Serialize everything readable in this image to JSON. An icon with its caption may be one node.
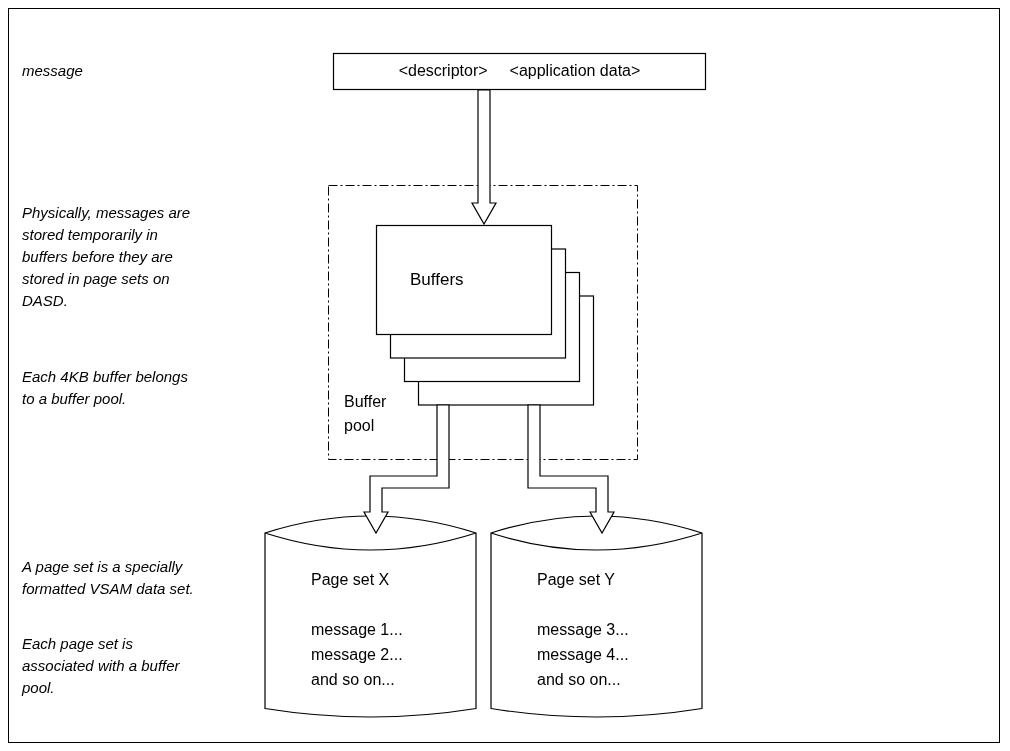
{
  "diagram": {
    "nodes": [
      {
        "text": [
          "<descriptor>",
          "<application data>"
        ]
      },
      {
        "text": [
          "Buffer pool"
        ]
      },
      {
        "text": [
          "Buffers"
        ],
        "in": 1
      },
      {
        "text": [
          "Page set X",
          "message 1... message 2... and so on..."
        ]
      },
      {
        "text": [
          "Page set Y",
          "message 3... message 4... and so on..."
        ]
      }
    ],
    "edges": [
      {
        "from": 0,
        "to": 2,
        "arrow": "to"
      },
      {
        "from": 2,
        "to": 3,
        "arrow": "to"
      },
      {
        "from": 2,
        "to": 4,
        "arrow": "to"
      }
    ],
    "labels": [
      "message",
      "Physically, messages are stored temporarily in buffers before they are stored in page sets on DASD.",
      "Each 4KB buffer belongs to a buffer pool.",
      "A page set is a specially formatted VSAM data set.",
      "Each page set is associated with a buffer pool."
    ]
  }
}
